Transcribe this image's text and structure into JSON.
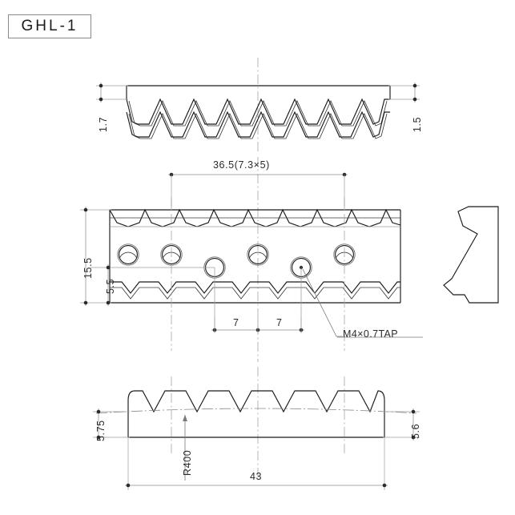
{
  "drawing": {
    "part_number": "GHL-1",
    "background_color": "#ffffff",
    "line_color": "#1a1a1a",
    "thin_line_color": "#8a8a8a",
    "centerline_color": "#9a9a9a"
  },
  "views": {
    "top_view": {
      "name": "top-serrated-profile-view",
      "dim_left": "1.7",
      "dim_right": "1.5"
    },
    "plan_view": {
      "name": "plan-view-with-holes",
      "dim_top": "36.5(7.3×5)",
      "dim_left_overall": "15.5",
      "dim_left_lower": "5.5",
      "dim_bottom_a": "7",
      "dim_bottom_b": "7",
      "tap_callout": "M4×0.7TAP",
      "hole_count": 6
    },
    "front_view": {
      "name": "front-elevation-view",
      "dim_left": "5.75",
      "dim_right": "5.6",
      "radius_callout": "R400",
      "dim_bottom_overall": "43"
    },
    "section_view": {
      "name": "right-side-section-profile"
    }
  }
}
